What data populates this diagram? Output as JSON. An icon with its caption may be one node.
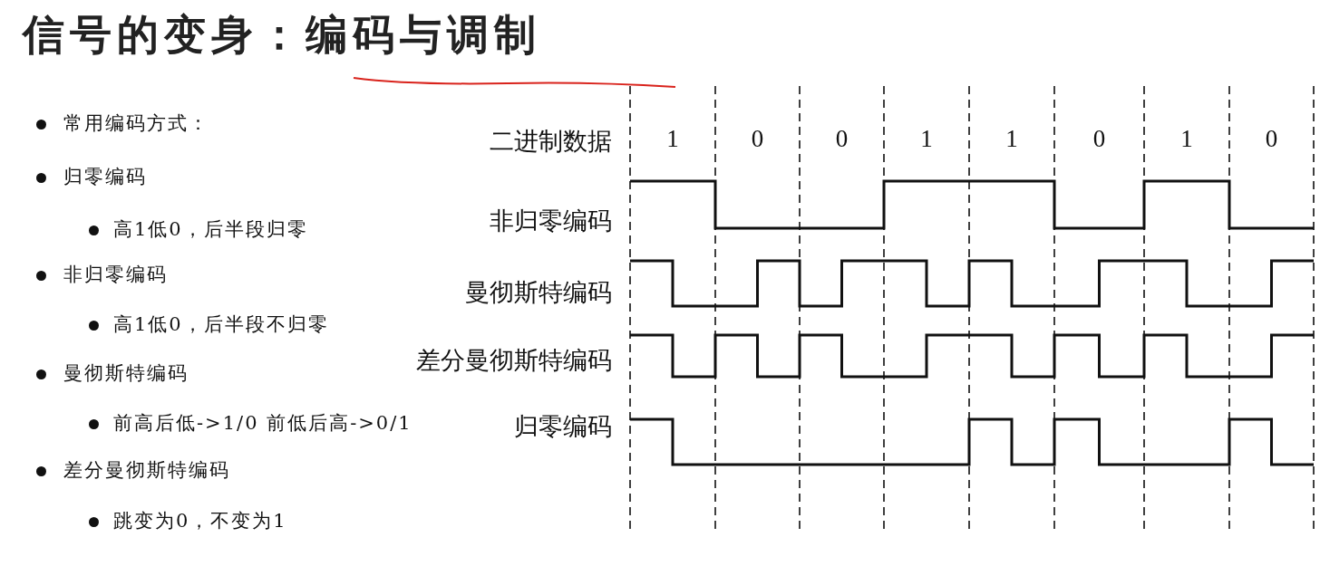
{
  "diagram": {
    "title": "信号的变身：编码与调制",
    "labels": [
      "常用编码方式：",
      "归零编码",
      "高1低0，后半段归零",
      "非归零编码",
      "高1低0，后半段不归零",
      "曼彻斯特编码",
      "前高后低->1/0 前低后高->0/1",
      "差分曼彻斯特编码",
      "跳变为0，不变为1",
      "二进制数据",
      "1",
      "0",
      "0",
      "1",
      "1",
      "0",
      "1",
      "0",
      "非归零编码",
      "曼彻斯特编码",
      "差分曼彻斯特编码",
      "归零编码"
    ]
  }
}
